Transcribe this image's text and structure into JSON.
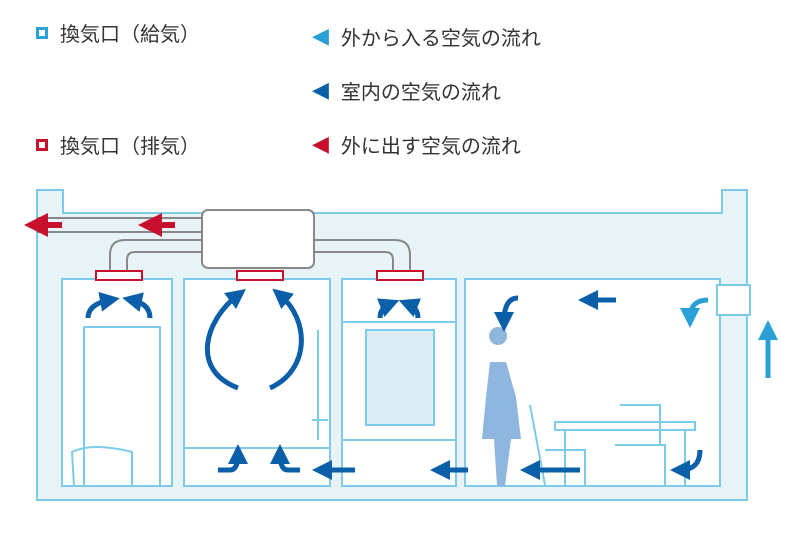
{
  "legend": {
    "supply_vent": "換気口（給気）",
    "exhaust_vent": "換気口（排気）",
    "outside_in": "外から入る空気の流れ",
    "indoor": "室内の空気の流れ",
    "outside_out": "外に出す空気の流れ"
  },
  "colors": {
    "supply": "#2a9fd8",
    "indoor": "#0b5fa8",
    "exhaust": "#c8102e",
    "wall": "#7ccbe8",
    "wall_fill": "#e8f3f8",
    "person": "#8fb6de"
  }
}
